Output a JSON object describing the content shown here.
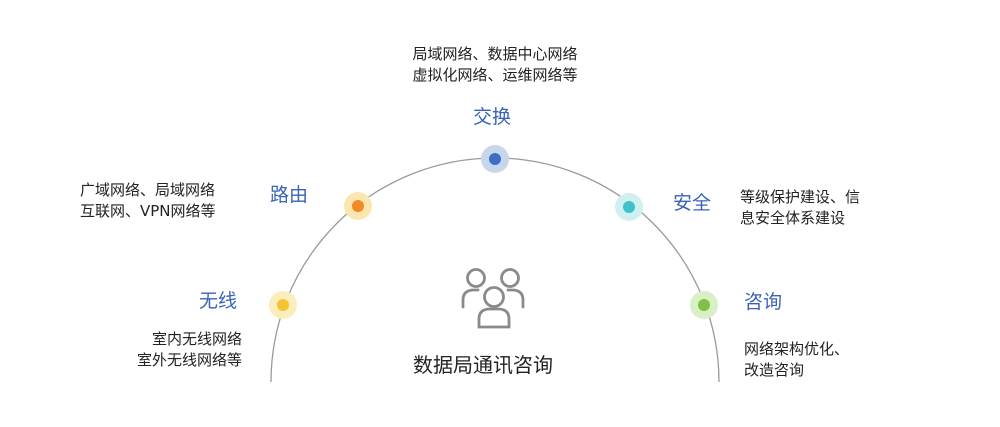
{
  "center": {
    "title": "数据局通讯咨询",
    "icon": "people-group-icon"
  },
  "nodes": [
    {
      "key": "wireless",
      "label": "无线",
      "desc": [
        "室内无线网络",
        "室外无线网络等"
      ],
      "color": "#f4c430",
      "halo": "#fbeebc"
    },
    {
      "key": "routing",
      "label": "路由",
      "desc": [
        "广域网络、局域网络",
        "互联网、VPN网络等"
      ],
      "color": "#f08a24",
      "halo": "#fbe6b0"
    },
    {
      "key": "switching",
      "label": "交换",
      "desc": [
        "局域网络、数据中心网络",
        "虚拟化网络、运维网络等"
      ],
      "color": "#3a6fc4",
      "halo": "#c8d6ec"
    },
    {
      "key": "security",
      "label": "安全",
      "desc": [
        "等级保护建设、信",
        "息安全体系建设"
      ],
      "color": "#3ec2c9",
      "halo": "#cfeff1"
    },
    {
      "key": "consulting",
      "label": "咨询",
      "desc": [
        "网络架构优化、",
        "改造咨询"
      ],
      "color": "#7dc242",
      "halo": "#d9efc6"
    }
  ],
  "colors": {
    "arc": "#9a9a9a",
    "label": "#3a63b8",
    "icon": "#8a8a8a"
  }
}
